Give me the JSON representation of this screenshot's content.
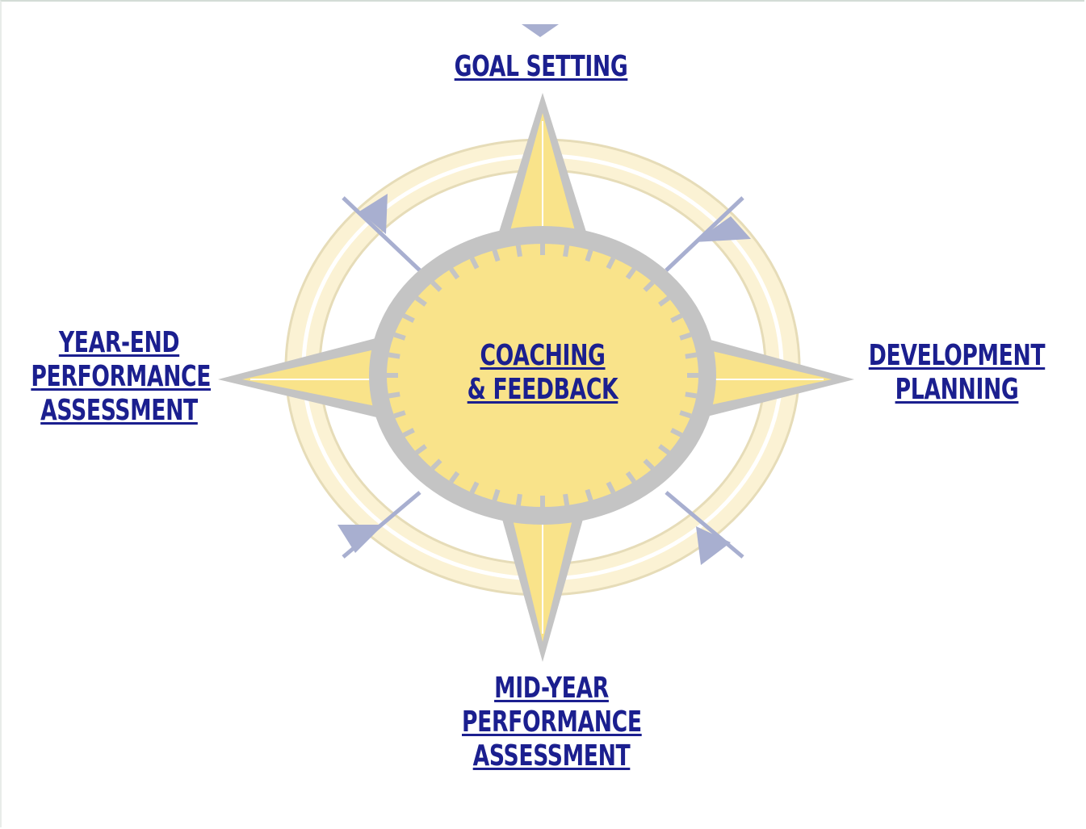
{
  "diagram": {
    "center": {
      "line1": "COACHING",
      "line2": "& FEEDBACK"
    },
    "north": {
      "line1": "GOAL SETTING"
    },
    "east": {
      "line1": "DEVELOPMENT",
      "line2": "PLANNING"
    },
    "south": {
      "line1": "MID-YEAR",
      "line2": "PERFORMANCE",
      "line3": "ASSESSMENT"
    },
    "west": {
      "line1": "YEAR-END",
      "line2": "PERFORMANCE",
      "line3": "ASSESSMENT"
    }
  },
  "colors": {
    "link_text": "#1b1f8f",
    "compass_fill": "#f9e38a",
    "ring_fill": "#fbf2d4",
    "compass_grey": "#c4c4c4",
    "arrow_blue": "#a8afd0"
  }
}
